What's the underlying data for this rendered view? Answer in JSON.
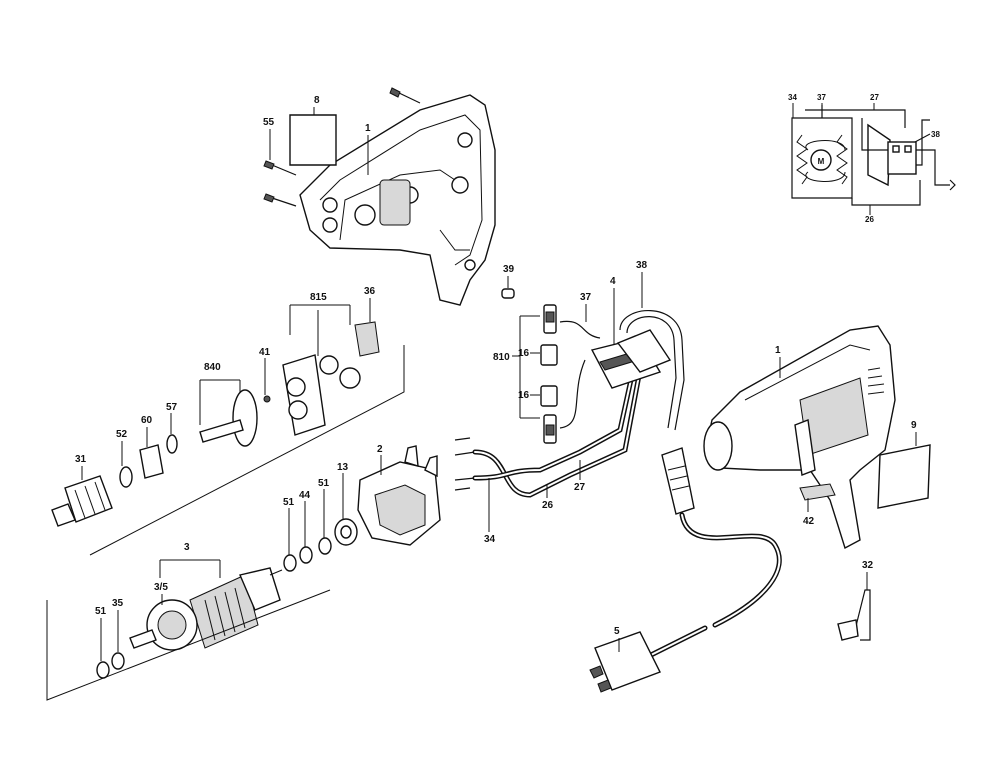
{
  "callouts": {
    "c8": "8",
    "c55": "55",
    "c1_top": "1",
    "c39": "39",
    "c815": "815",
    "c36": "36",
    "c840": "840",
    "c41": "41",
    "c57": "57",
    "c60": "60",
    "c52": "52",
    "c31": "31",
    "c2": "2",
    "c13": "13",
    "c51_a": "51",
    "c44": "44",
    "c51_b": "51",
    "c3": "3",
    "c3_5": "3/5",
    "c51_c": "51",
    "c35": "35",
    "c34": "34",
    "c26": "26",
    "c27": "27",
    "c810": "810",
    "c16_a": "16",
    "c16_b": "16",
    "c37": "37",
    "c4": "4",
    "c38": "38",
    "c1_right": "1",
    "c9": "9",
    "c42": "42",
    "c32": "32",
    "c5": "5"
  },
  "schematic": {
    "c34": "34",
    "c37": "37",
    "c27": "27",
    "c38": "38",
    "c26": "26",
    "motor_symbol": "M"
  }
}
